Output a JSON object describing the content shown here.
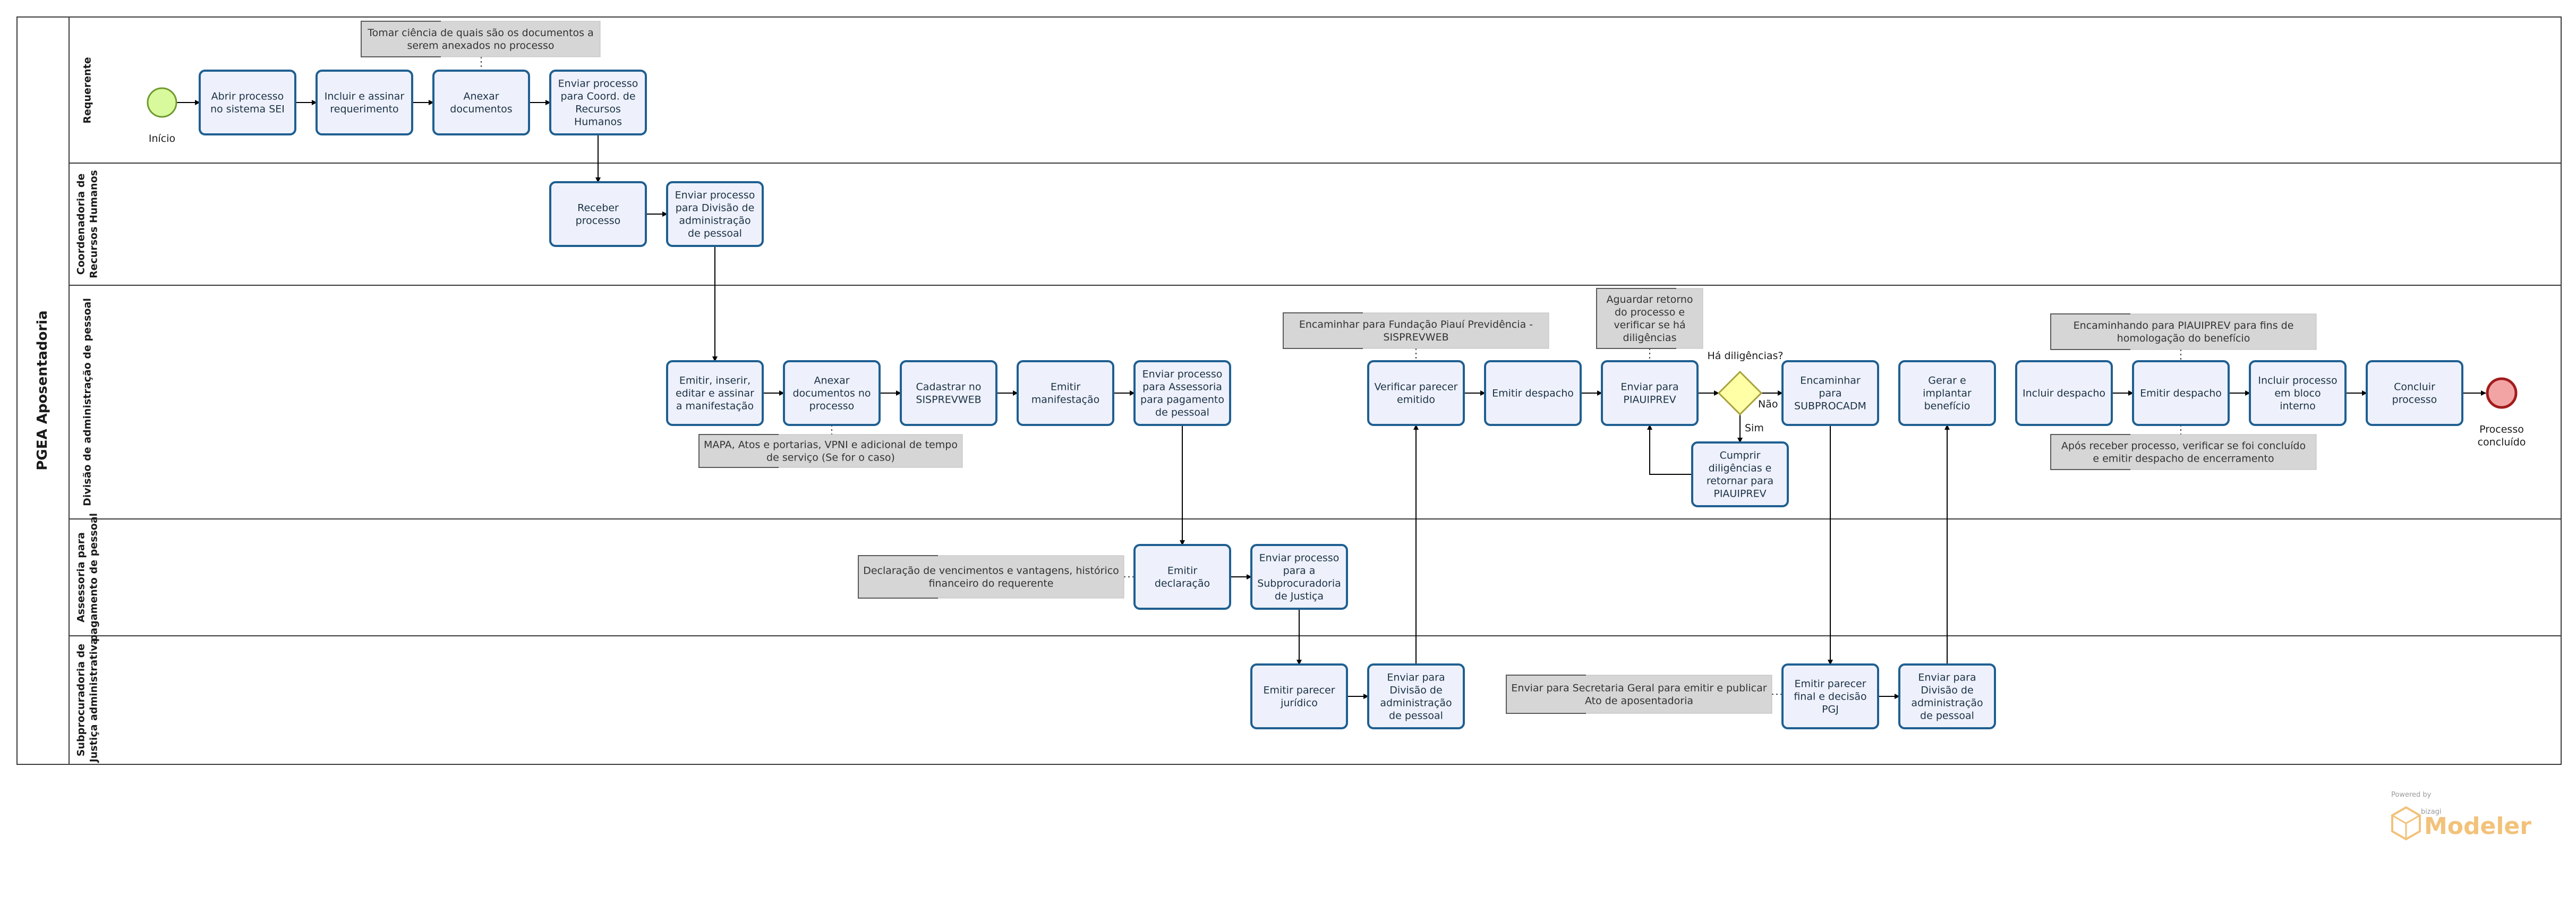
{
  "pool": {
    "title": "PGEA Aposentadoria"
  },
  "lanes": [
    {
      "id": "requerente",
      "label": [
        "Requerente"
      ]
    },
    {
      "id": "coord-rh",
      "label": [
        "Coordenadoria de",
        "Recursos Humanos"
      ]
    },
    {
      "id": "div-adm",
      "label": [
        "Divisão de administração de pessoal"
      ]
    },
    {
      "id": "assessoria",
      "label": [
        "Assessoria para",
        "pagamento de pessoal"
      ]
    },
    {
      "id": "subprocuradoria",
      "label": [
        "Subprocuradoria de",
        "Justiça administrativa"
      ]
    }
  ],
  "tasks": {
    "abrir": [
      "Abrir processo",
      "no sistema SEI"
    ],
    "incluir_assinar": [
      "Incluir e assinar",
      "requerimento"
    ],
    "anexar_docs": [
      "Anexar",
      "documentos"
    ],
    "enviar_coord": [
      "Enviar processo",
      "para Coord. de",
      "Recursos",
      "Humanos"
    ],
    "receber": [
      "Receber",
      "processo"
    ],
    "enviar_divisao": [
      "Enviar processo",
      "para Divisão de",
      "administração",
      "de pessoal"
    ],
    "emitir_inserir": [
      "Emitir, inserir,",
      "editar e assinar",
      "a manifestação"
    ],
    "anexar_proc": [
      "Anexar",
      "documentos no",
      "processo"
    ],
    "cadastrar": [
      "Cadastrar no",
      "SISPREVWEB"
    ],
    "emitir_manif": [
      "Emitir",
      "manifestação"
    ],
    "enviar_assessoria": [
      "Enviar processo",
      "para Assessoria",
      "para pagamento",
      "de pessoal"
    ],
    "verificar": [
      "Verificar parecer",
      "emitido"
    ],
    "emitir_despacho1": [
      "Emitir despacho"
    ],
    "enviar_piauiprev": [
      "Enviar para",
      "PIAUIPREV"
    ],
    "cumprir": [
      "Cumprir",
      "diligências e",
      "retornar para",
      "PIAUIPREV"
    ],
    "encaminhar_sub": [
      "Encaminhar",
      "para",
      "SUBPROCADM"
    ],
    "gerar": [
      "Gerar e",
      "implantar",
      "benefício"
    ],
    "incluir_despacho": [
      "Incluir despacho"
    ],
    "emitir_despacho2": [
      "Emitir despacho"
    ],
    "incluir_bloco": [
      "Incluir processo",
      "em bloco",
      "interno"
    ],
    "concluir": [
      "Concluir",
      "processo"
    ],
    "emitir_declaracao": [
      "Emitir",
      "declaração"
    ],
    "enviar_subproc": [
      "Enviar processo",
      "para a",
      "Subprocuradoria",
      "de Justiça"
    ],
    "emitir_juridico": [
      "Emitir parecer",
      "jurídico"
    ],
    "enviar_div_sub1": [
      "Enviar para",
      "Divisão de",
      "administração",
      "de pessoal"
    ],
    "emitir_final": [
      "Emitir parecer",
      "final e decisão",
      "PGJ"
    ],
    "enviar_div_sub2": [
      "Enviar para",
      "Divisão de",
      "administração",
      "de pessoal"
    ]
  },
  "events": {
    "start": "Início",
    "end": [
      "Processo",
      "concluído"
    ]
  },
  "gateway": {
    "question": "Há diligências?",
    "no": "Não",
    "yes": "Sim"
  },
  "annotations": {
    "tomar_ciencia": [
      "Tomar ciência de quais são os documentos a",
      "serem anexados no processo"
    ],
    "mapa": [
      "MAPA, Atos e portarias, VPNI e adicional de tempo",
      "de serviço (Se for o caso)"
    ],
    "encaminhar_fundacao": [
      "Encaminhar para Fundação Piauí Previdência -",
      "SISPREVWEB"
    ],
    "aguardar": [
      "Aguardar retorno",
      "do processo e",
      "verificar se há",
      "diligências"
    ],
    "encaminhando_piauiprev": [
      "Encaminhando para PIAUIPREV para fins de",
      "homologação do benefício"
    ],
    "apos_receber": [
      "Após receber processo, verificar se foi concluído",
      "e emitir despacho de encerramento"
    ],
    "declaracao": [
      "Declaração de vencimentos e vantagens, histórico",
      "financeiro do requerente"
    ],
    "secretaria": [
      "Enviar para Secretaria Geral para emitir e publicar",
      "Ato de aposentadoria"
    ]
  },
  "branding": {
    "powered_by": "Powered by",
    "vendor": "bizagi",
    "product": "Modeler"
  },
  "colors": {
    "task_fill": "#eef1fb",
    "task_stroke": "#1f5f91",
    "start_fill": "#d9f99d",
    "start_stroke": "#6f9a2e",
    "end_fill": "#f2a4a4",
    "end_stroke": "#a21c1c",
    "gateway_fill": "#ffffa6",
    "gateway_stroke": "#a7a23a",
    "annotation_fill": "#d6d6d6",
    "lane_stroke": "#3a3a3a",
    "branding": "#f2c27a"
  }
}
